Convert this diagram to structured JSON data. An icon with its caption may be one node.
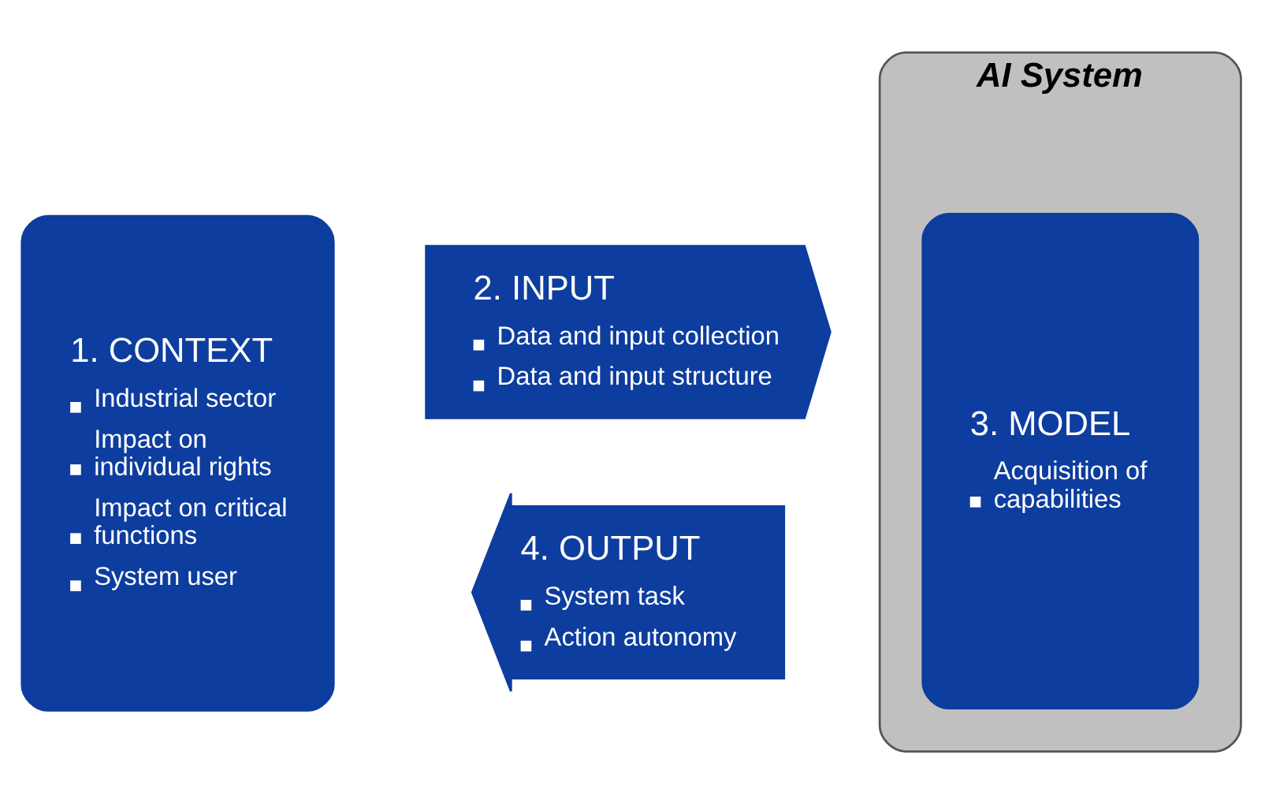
{
  "diagram": {
    "nodes": [
      {
        "text": [
          "AI System"
        ]
      },
      {
        "text": [
          "1. CONTEXT",
          "Industrial sector",
          "Impact on individual rights",
          "Impact on critical functions",
          "System user"
        ]
      },
      {
        "text": [
          "2. INPUT",
          "Data and input collection",
          "Data and input structure"
        ]
      },
      {
        "text": [
          "3. MODEL",
          "Acquisition of capabilities"
        ],
        "in": 0
      },
      {
        "text": [
          "4. OUTPUT",
          "System task",
          "Action autonomy"
        ]
      }
    ]
  }
}
